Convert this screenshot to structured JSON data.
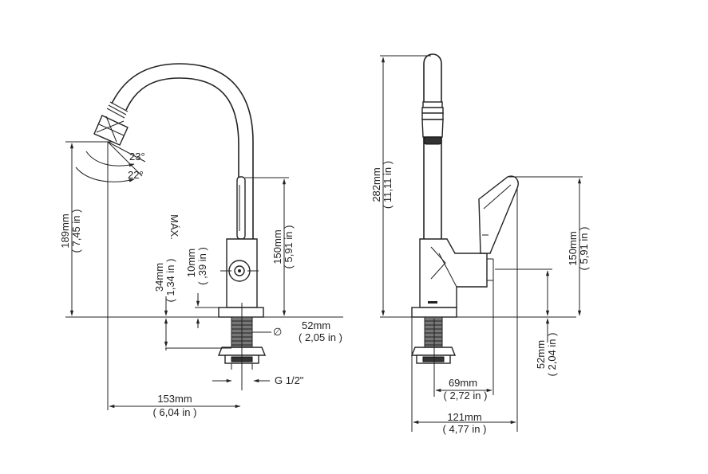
{
  "labels": {
    "angle_a": "23°",
    "angle_b": "22°",
    "height_189_mm": "189mm",
    "height_189_in": "( 7,45 in )",
    "max": "MÁX.",
    "h34_mm": "34mm",
    "h34_in": "( 1,34 in )",
    "h10_mm": "10mm",
    "h10_in": "( ,39 in )",
    "h150_left_mm": "150mm",
    "h150_left_in": "( 5,91 in )",
    "diameter_symbol": "∅",
    "d52_mm": "52mm",
    "d52_in": "( 2,05 in )",
    "thread": "G 1/2\"",
    "w153_mm": "153mm",
    "w153_in": "( 6,04 in )",
    "h282_mm": "282mm",
    "h282_in": "( 11,11 in )",
    "h150_right_mm": "150mm",
    "h150_right_in": "( 5,91 in )",
    "h52_mm": "52mm",
    "h52_in": "( 2,04 in )",
    "w69_mm": "69mm",
    "w69_in": "( 2,72 in )",
    "w121_mm": "121mm",
    "w121_in": "( 4,77 in )"
  }
}
